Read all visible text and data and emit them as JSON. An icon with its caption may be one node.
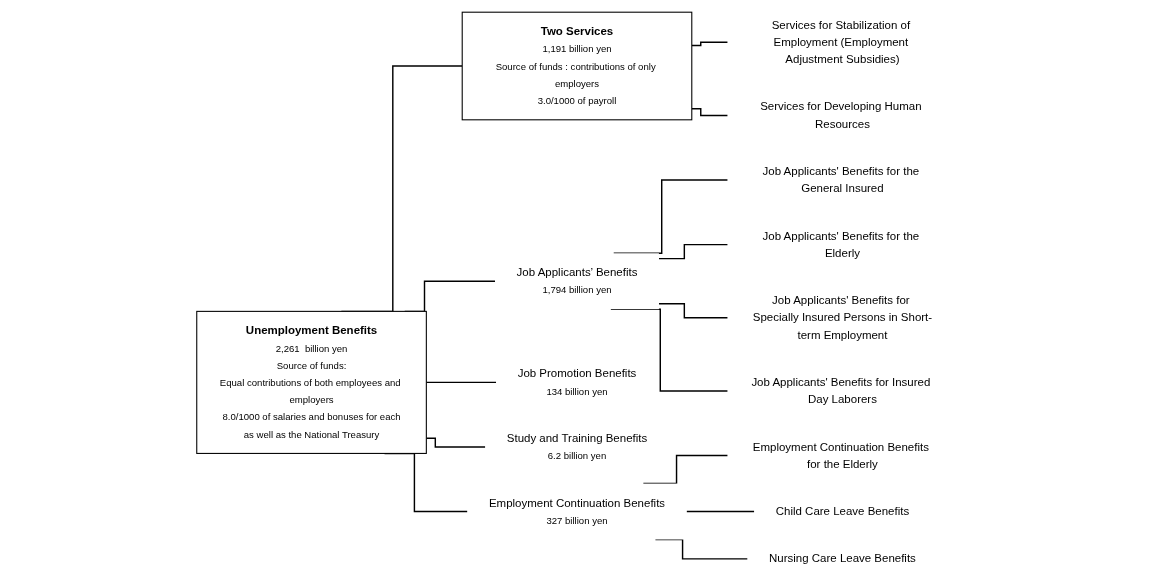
{
  "diagram": {
    "nodes": [
      {
        "text": [
          "Unemployment Benefits",
          "2,261  billion yen",
          "Source of funds:",
          "Equal contributions of both employees and employers",
          "8.0/1000 of salaries and bonuses for each",
          "as well as the National Treasury"
        ]
      },
      {
        "text": [
          "Two Services",
          "1,191 billion yen",
          "Source of funds : contributions of only employers",
          "3.0/1000 of payroll"
        ]
      },
      {
        "text": [
          "Job Applicants’ Benefits",
          "1,794 billion yen"
        ]
      },
      {
        "text": [
          "Job Promotion Benefits",
          "134 billion yen"
        ]
      },
      {
        "text": [
          "Study and Training Benefits",
          "6.2 billion yen"
        ]
      },
      {
        "text": [
          "Employment Continuation Benefits",
          "327 billion yen"
        ]
      },
      {
        "text": [
          "Services for Stabilization of Employment (Employment Adjustment Subsidies)"
        ]
      },
      {
        "text": [
          "Services for Developing Human Resources"
        ]
      },
      {
        "text": [
          "Job Applicants' Benefits for the General Insured"
        ]
      },
      {
        "text": [
          "Job Applicants' Benefits for the Elderly"
        ]
      },
      {
        "text": [
          "Job Applicants' Benefits for Specially Insured Persons in Short-term Employment"
        ]
      },
      {
        "text": [
          "Job Applicants' Benefits for Insured Day Laborers"
        ]
      },
      {
        "text": [
          "Employment Continuation Benefits for the Elderly"
        ]
      },
      {
        "text": [
          "Child Care Leave Benefits"
        ]
      },
      {
        "text": [
          "Nursing Care Leave Benefits"
        ]
      }
    ],
    "edges": [
      {
        "from": 0,
        "to": 1,
        "arrow": "none"
      },
      {
        "from": 0,
        "to": 2,
        "arrow": "none"
      },
      {
        "from": 0,
        "to": 3,
        "arrow": "none"
      },
      {
        "from": 0,
        "to": 4,
        "arrow": "none"
      },
      {
        "from": 0,
        "to": 5,
        "arrow": "none"
      },
      {
        "from": 1,
        "to": 6,
        "arrow": "none"
      },
      {
        "from": 1,
        "to": 7,
        "arrow": "none"
      },
      {
        "from": 2,
        "to": 8,
        "arrow": "none"
      },
      {
        "from": 2,
        "to": 9,
        "arrow": "none"
      },
      {
        "from": 2,
        "to": 10,
        "arrow": "none"
      },
      {
        "from": 2,
        "to": 11,
        "arrow": "none"
      },
      {
        "from": 5,
        "to": 12,
        "arrow": "none"
      },
      {
        "from": 5,
        "to": 13,
        "arrow": "none"
      },
      {
        "from": 5,
        "to": 14,
        "arrow": "none"
      }
    ]
  }
}
